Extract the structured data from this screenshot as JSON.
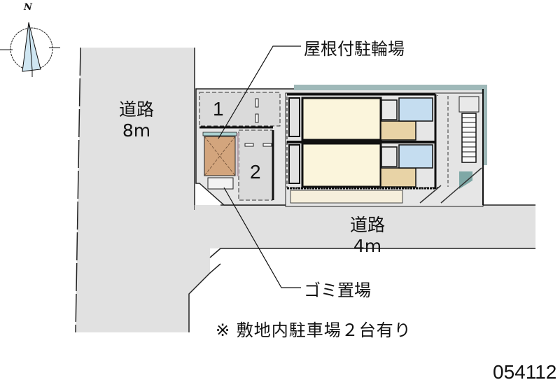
{
  "compass": {
    "label": "N",
    "icon": "north-arrow-compass-icon"
  },
  "roads": [
    {
      "name": "道路",
      "width": "8m",
      "orientation": "vertical"
    },
    {
      "name": "道路",
      "width": "4m",
      "orientation": "horizontal"
    }
  ],
  "parking_slots": [
    {
      "number": "1"
    },
    {
      "number": "2"
    }
  ],
  "callouts": {
    "bicycle_parking": "屋根付駐輪場",
    "garbage_area": "ゴミ置場"
  },
  "note": "※ 敷地内駐車場２台有り",
  "property_code": "054112",
  "units": [
    {
      "unit": "upper"
    },
    {
      "unit": "lower"
    }
  ],
  "colors": {
    "road": "#e1e1e1",
    "site": "#dcdcdc",
    "room": "#fbf5dc",
    "kitchen": "#e8d3a6",
    "bath": "#c5ddf0",
    "shed": "#d3a57d",
    "teal": "#8fb0b0",
    "wall": "#111111"
  }
}
